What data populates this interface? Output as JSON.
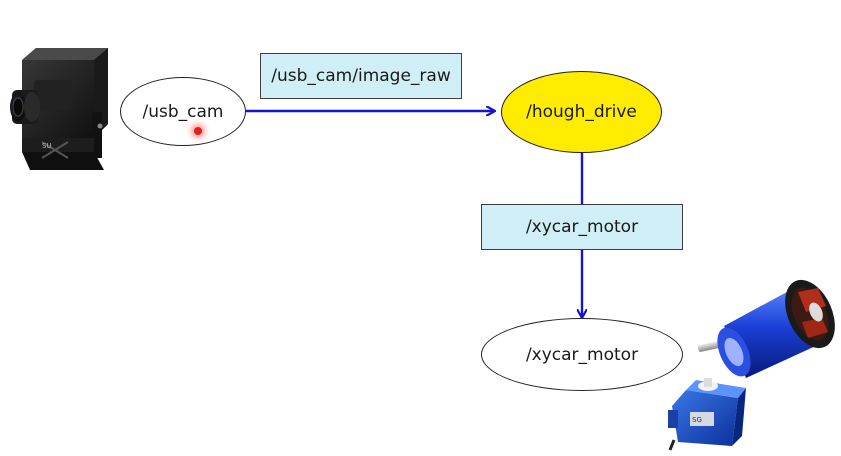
{
  "diagram": {
    "nodes": {
      "usb_cam": "/usb_cam",
      "hough_drive": "/hough_drive",
      "xycar_motor": "/xycar_motor"
    },
    "topics": {
      "image_raw": "/usb_cam/image_raw",
      "xycar_motor": "/xycar_motor"
    },
    "colors": {
      "highlight_node": "#ffec00",
      "topic_fill": "#cfeef6",
      "arrow": "#1414d2"
    },
    "icons": [
      "usb-camera-icon",
      "brushless-motor-icon",
      "servo-icon"
    ]
  }
}
